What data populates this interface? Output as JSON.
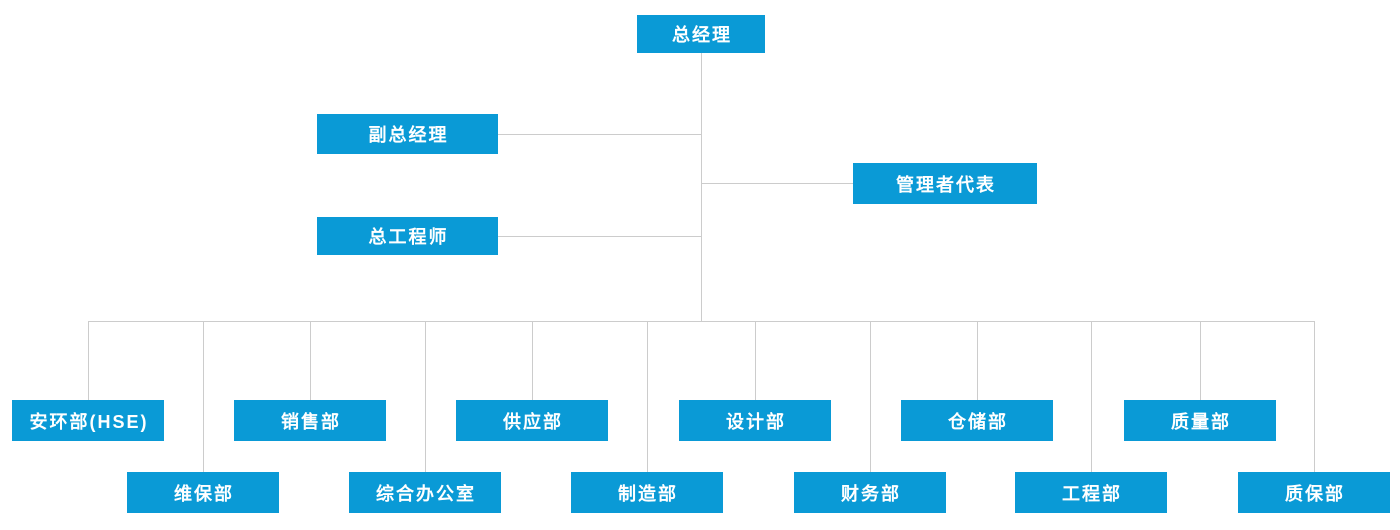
{
  "colors": {
    "node_background": "#0a9ad6",
    "node_text": "#ffffff",
    "connector": "#cccccc",
    "page_background": "#ffffff"
  },
  "org": {
    "root": {
      "label": "总经理"
    },
    "staff": [
      {
        "id": "deputy-general-manager",
        "label": "副总经理"
      },
      {
        "id": "chief-engineer",
        "label": "总工程师"
      },
      {
        "id": "management-representative",
        "label": "管理者代表"
      }
    ],
    "departments": [
      {
        "id": "hse",
        "label": "安环部(HSE)",
        "row": "upper"
      },
      {
        "id": "maintenance",
        "label": "维保部",
        "row": "lower"
      },
      {
        "id": "sales",
        "label": "销售部",
        "row": "upper"
      },
      {
        "id": "general-office",
        "label": "综合办公室",
        "row": "lower"
      },
      {
        "id": "supply",
        "label": "供应部",
        "row": "upper"
      },
      {
        "id": "manufacturing",
        "label": "制造部",
        "row": "lower"
      },
      {
        "id": "design",
        "label": "设计部",
        "row": "upper"
      },
      {
        "id": "finance",
        "label": "财务部",
        "row": "lower"
      },
      {
        "id": "warehouse",
        "label": "仓储部",
        "row": "upper"
      },
      {
        "id": "engineering",
        "label": "工程部",
        "row": "lower"
      },
      {
        "id": "quality",
        "label": "质量部",
        "row": "upper"
      },
      {
        "id": "quality-assurance",
        "label": "质保部",
        "row": "lower"
      }
    ]
  }
}
